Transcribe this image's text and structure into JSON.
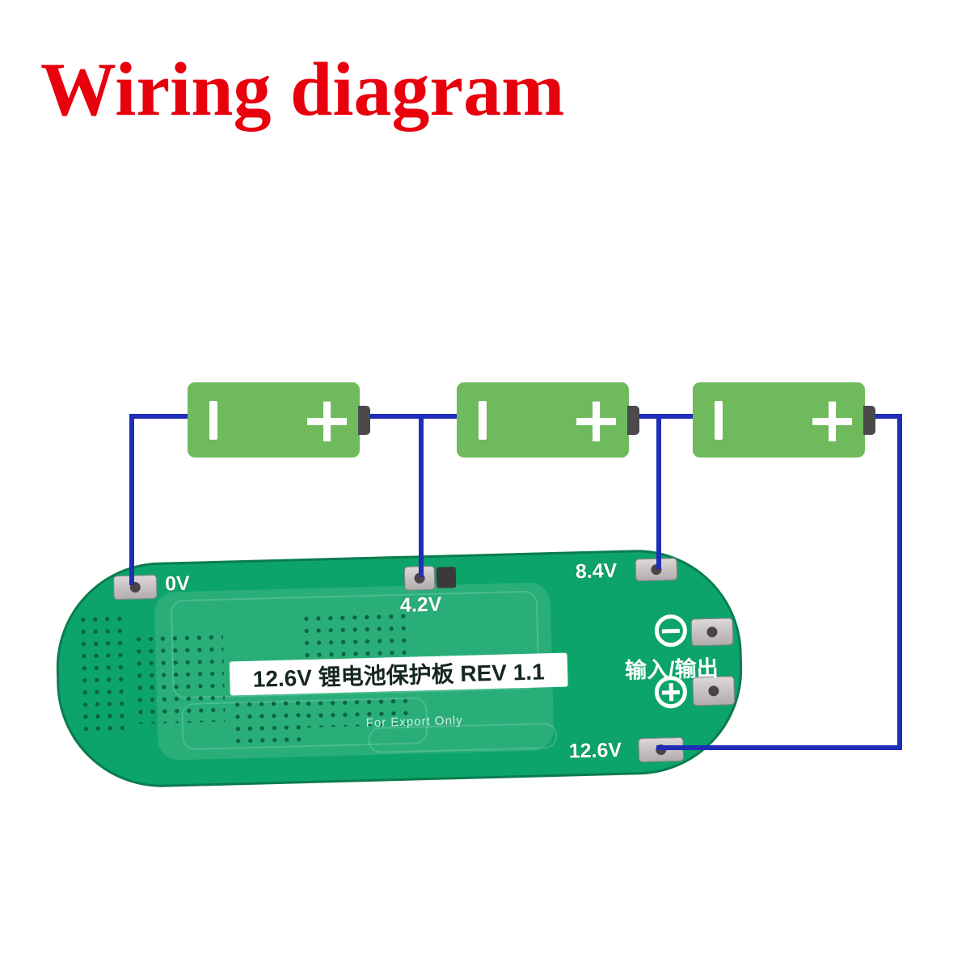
{
  "title": "Wiring diagram",
  "colors": {
    "title": "#e8000d",
    "wire": "#1f2db8",
    "battery_green": "#6fba5c",
    "terminal_gray": "#4a4a4a",
    "board_green": "#0ca46a",
    "board_light": "#29ae79"
  },
  "batteries": [
    {
      "minus": "|",
      "plus": "+"
    },
    {
      "minus": "|",
      "plus": "+"
    },
    {
      "minus": "|",
      "plus": "+"
    }
  ],
  "pcb": {
    "pads": [
      {
        "id": "0v",
        "label": "0V"
      },
      {
        "id": "4.2v",
        "label": "4.2V"
      },
      {
        "id": "8.4v",
        "label": "8.4V"
      },
      {
        "id": "12.6v",
        "label": "12.6V"
      }
    ],
    "board_title": "12.6V 锂电池保护板 REV 1.1",
    "io_label": "输入/输出",
    "export_text": "For Export Only",
    "icons": {
      "io_minus": "circle-minus",
      "io_plus": "circle-plus"
    }
  }
}
